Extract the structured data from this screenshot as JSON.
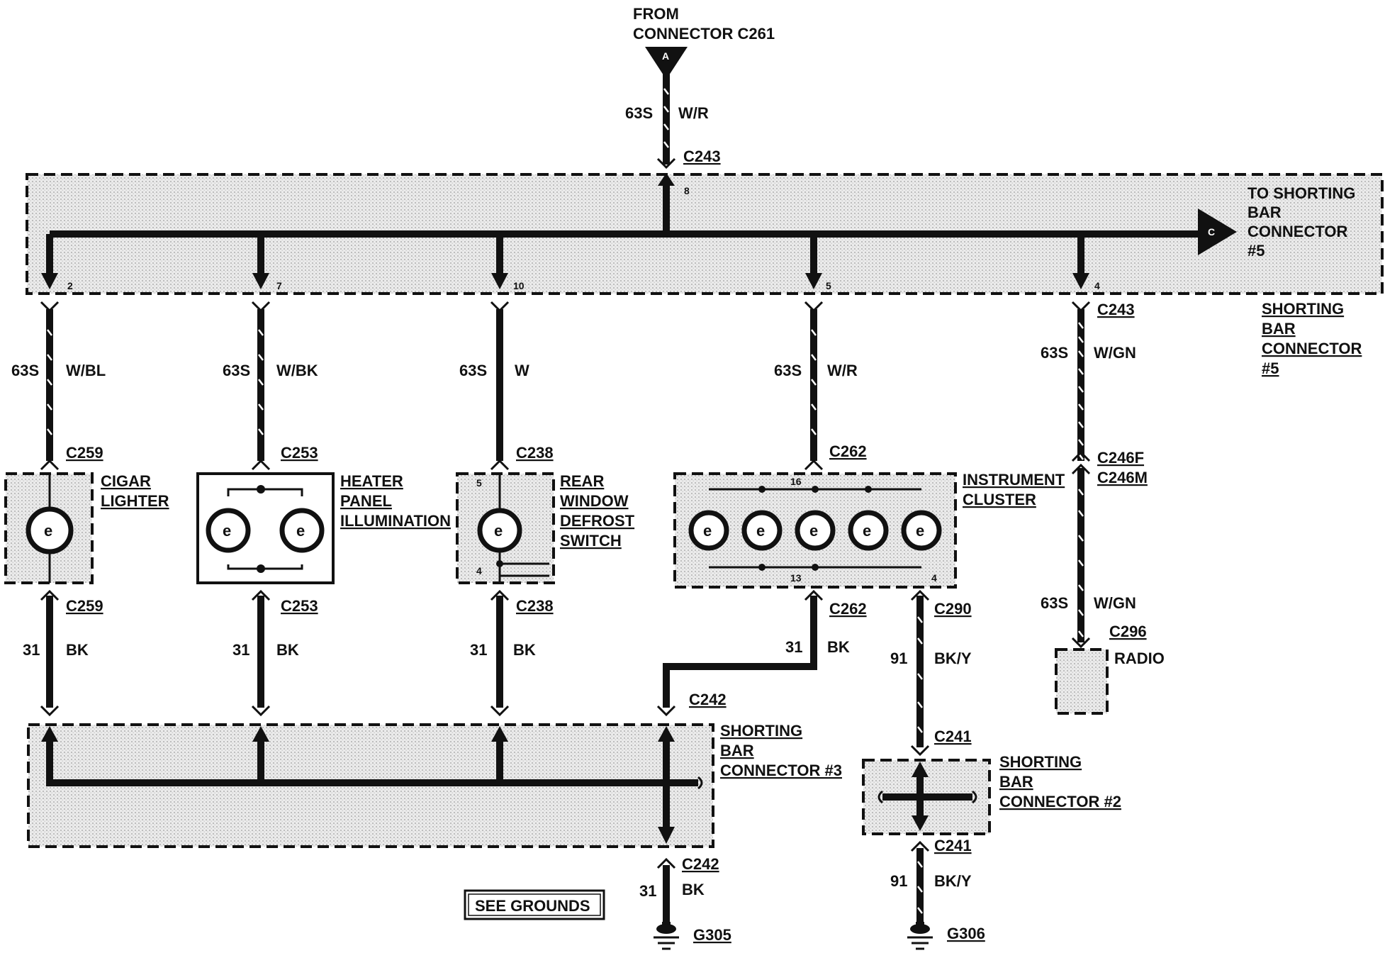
{
  "colors": {
    "ink": "#111111",
    "shade": "#d9d9d9",
    "background": "#ffffff"
  },
  "top": {
    "from_line1": "FROM",
    "from_line2": "CONNECTOR C261",
    "arrow_letter": "A",
    "circuit": "63S",
    "color": "W/R",
    "connector": "C243",
    "pin": "8"
  },
  "bus": {
    "to_line1": "TO SHORTING",
    "to_line2": "BAR",
    "to_line3": "CONNECTOR",
    "to_line4": "#5",
    "arrow_letter": "C",
    "label_line1": "SHORTING",
    "label_line2": "BAR",
    "label_line3": "CONNECTOR",
    "label_line4": "#5"
  },
  "branches": [
    {
      "pin": "2",
      "circuit": "63S",
      "color": "W/BL",
      "connector": "C259"
    },
    {
      "pin": "7",
      "circuit": "63S",
      "color": "W/BK",
      "connector": "C253"
    },
    {
      "pin": "10",
      "circuit": "63S",
      "color": "W",
      "connector": "C238"
    },
    {
      "pin": "5",
      "circuit": "63S",
      "color": "W/R",
      "connector": "C262"
    },
    {
      "pin": "4",
      "circuit": "63S",
      "color": "W/GN",
      "connector": "C243"
    }
  ],
  "components": {
    "cigar": {
      "line1": "CIGAR",
      "line2": "LIGHTER"
    },
    "heater": {
      "line1": "HEATER",
      "line2": "PANEL",
      "line3": "ILLUMINATION"
    },
    "rear": {
      "line1": "REAR",
      "line2": "WINDOW",
      "line3": "DEFROST",
      "line4": "SWITCH",
      "pin_top": "5",
      "pin_bottom": "4"
    },
    "cluster": {
      "line1": "INSTRUMENT",
      "line2": "CLUSTER",
      "pin_top": "16",
      "pin_bottom1": "13",
      "pin_bottom2": "4"
    },
    "radio": {
      "label": "RADIO",
      "connector": "C296",
      "inline1": "C246F",
      "inline2": "C246M",
      "circuit": "63S",
      "color": "W/GN"
    }
  },
  "grounds": [
    {
      "connector": "C259",
      "circuit": "31",
      "color": "BK"
    },
    {
      "connector": "C253",
      "circuit": "31",
      "color": "BK"
    },
    {
      "connector": "C238",
      "circuit": "31",
      "color": "BK"
    },
    {
      "connector": "C262",
      "circuit": "31",
      "color": "BK"
    },
    {
      "connector": "C290",
      "circuit": "91",
      "color": "BK/Y"
    }
  ],
  "sb3": {
    "connector": "C242",
    "label_line1": "SHORTING",
    "label_line2": "BAR",
    "label_line3": "CONNECTOR #3",
    "out_connector": "C242",
    "out_circuit": "31",
    "out_color": "BK",
    "ground": "G305"
  },
  "sb2": {
    "connector": "C241",
    "label_line1": "SHORTING",
    "label_line2": "BAR",
    "label_line3": "CONNECTOR #2",
    "out_connector": "C241",
    "out_circuit": "91",
    "out_color": "BK/Y",
    "ground": "G306"
  },
  "see_grounds": "SEE GROUNDS"
}
